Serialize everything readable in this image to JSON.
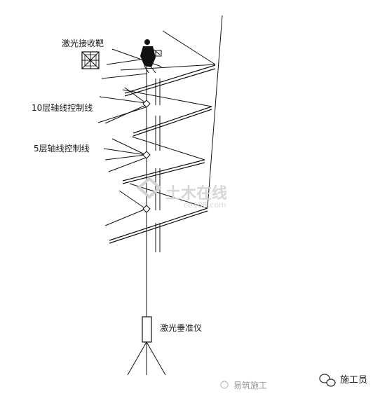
{
  "labels": {
    "receiver_target": "激光接收靶",
    "control_line_10": "10层轴线控制线",
    "control_line_5": "5层轴线控制线",
    "laser_instrument": "激光垂准仪"
  },
  "watermark": {
    "main": "土木在线",
    "sub": "co188.com"
  },
  "footer": {
    "left_account": "易筑施工",
    "right_account": "施工员"
  },
  "icons": [
    "laser-receiver-target-icon",
    "worker-figure-icon",
    "wechat-icon"
  ]
}
